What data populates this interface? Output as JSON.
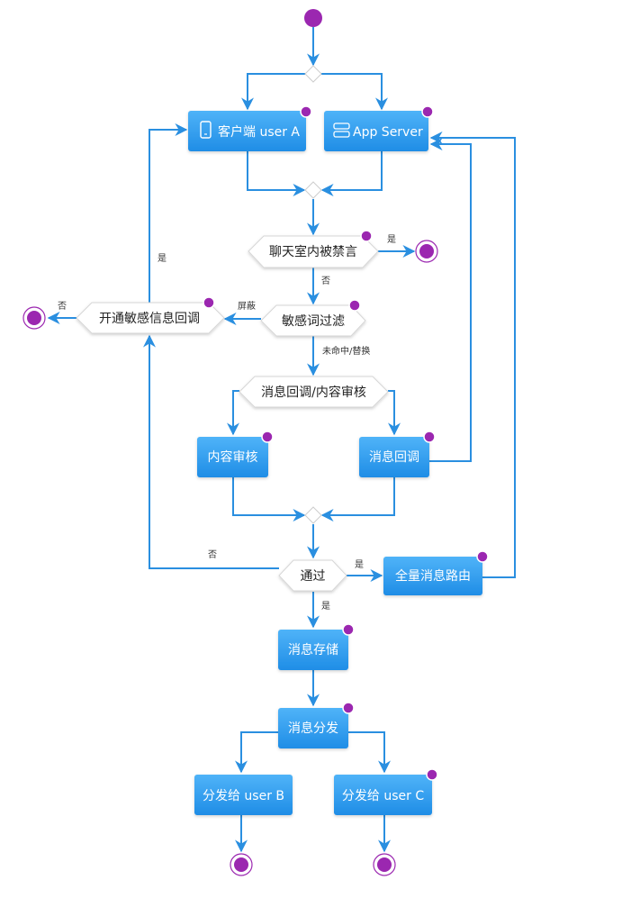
{
  "nodes": {
    "client_a": "客户端 user A",
    "app_server": "App Server",
    "muted_check": "聊天室内被禁言",
    "sensitive_filter": "敏感词过滤",
    "sensitive_callback": "开通敏感信息回调",
    "callback_review": "消息回调/内容审核",
    "content_review": "内容审核",
    "message_callback": "消息回调",
    "pass_check": "通过",
    "full_routing": "全量消息路由",
    "message_store": "消息存储",
    "message_dispatch": "消息分发",
    "dispatch_b": "分发给 user B",
    "dispatch_c": "分发给 user C"
  },
  "edge_labels": {
    "muted_yes": "是",
    "muted_no": "否",
    "filter_block": "屏蔽",
    "callback_no": "否",
    "callback_yes": "是",
    "filter_miss_replace": "未命中/替换",
    "pass_yes_route": "是",
    "pass_no": "否",
    "pass_yes_store": "是"
  },
  "icons": {
    "client_a": "phone-icon",
    "app_server": "server-icon"
  },
  "colors": {
    "node_fill_top": "#4fb0f7",
    "node_fill_bottom": "#1e8ee8",
    "edge": "#2a8fe0",
    "state_dot": "#9b27b0"
  }
}
